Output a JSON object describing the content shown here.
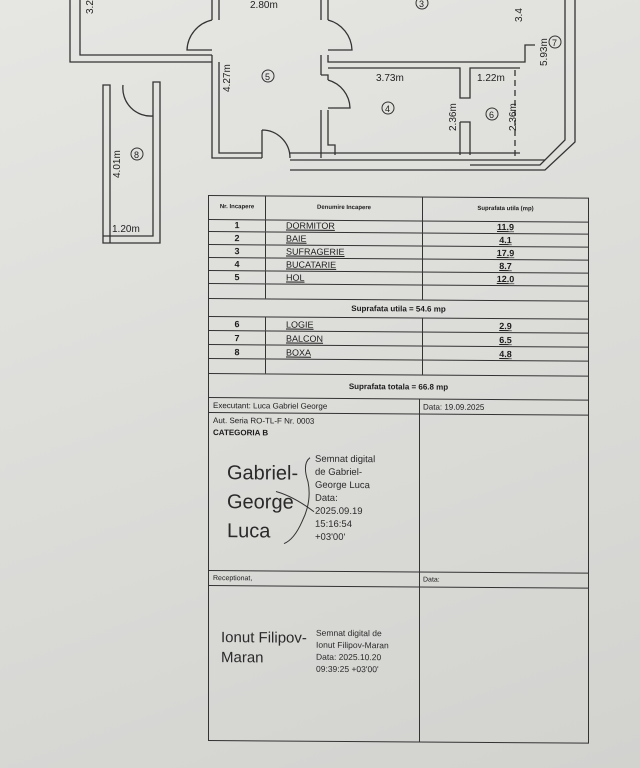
{
  "floor_plan": {
    "dimensions": {
      "d_280": "2.80m",
      "d_34": "3.4",
      "d_32": "3.2",
      "d_593": "5.93m",
      "d_427": "4.27m",
      "d_373": "3.73m",
      "d_122": "1.22m",
      "d_236a": "2.36m",
      "d_236b": "2.36m",
      "d_401": "4.01m",
      "d_120": "1.20m"
    },
    "room_markers": {
      "r3": "3",
      "r5": "5",
      "r4": "4",
      "r6": "6",
      "r7": "7",
      "r8": "8"
    }
  },
  "table": {
    "header": {
      "nr": "Nr. Incapere",
      "name": "Denumire Incapere",
      "area": "Suprafata utila (mp)"
    },
    "rooms_main": [
      {
        "nr": "1",
        "name": "DORMITOR",
        "area": "11.9"
      },
      {
        "nr": "2",
        "name": "BAIE",
        "area": "4.1"
      },
      {
        "nr": "3",
        "name": "SUFRAGERIE",
        "area": "17.9"
      },
      {
        "nr": "4",
        "name": "BUCATARIE",
        "area": "8.7"
      },
      {
        "nr": "5",
        "name": "HOL",
        "area": "12.0"
      }
    ],
    "subtotal": "Suprafata utila = 54.6 mp",
    "rooms_extra": [
      {
        "nr": "6",
        "name": "LOGIE",
        "area": "2.9"
      },
      {
        "nr": "7",
        "name": "BALCON",
        "area": "6.5"
      },
      {
        "nr": "8",
        "name": "BOXA",
        "area": "4.8"
      }
    ],
    "total": "Suprafata totala = 66.8 mp",
    "executant": "Executant: Luca Gabriel George",
    "date": "Data: 19.09.2025",
    "authorization": "Aut. Seria RO-TL-F Nr. 0003",
    "category": "CATEGORIA B",
    "receptionat": "Receptionat,",
    "date2": "Data:"
  },
  "signature1": {
    "name_lines": [
      "Gabriel-",
      "George",
      "Luca"
    ],
    "text_lines": [
      "Semnat digital",
      "de Gabriel-",
      "George Luca",
      "Data:",
      "2025.09.19",
      "15:16:54",
      "+03'00'"
    ]
  },
  "signature2": {
    "name_lines": [
      "Ionut Filipov-",
      "Maran"
    ],
    "text_lines": [
      "Semnat digital de",
      "Ionut Filipov-Maran",
      "Data: 2025.10.20",
      "09:39:25 +03'00'"
    ]
  }
}
